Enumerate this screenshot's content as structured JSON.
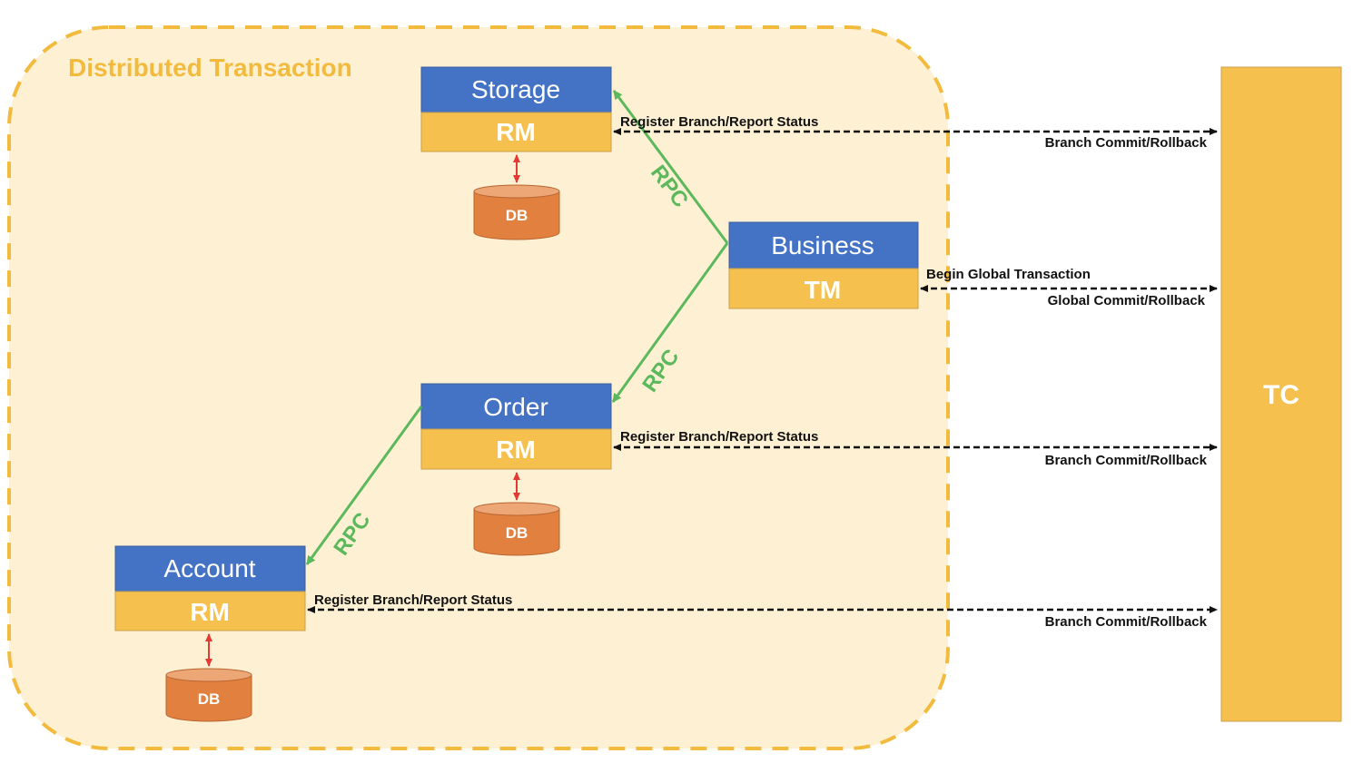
{
  "diagram": {
    "title": "Distributed Transaction",
    "colors": {
      "region_fill": "#FEF1D3",
      "region_border": "#F3BB3D",
      "title": "#F3BB3D",
      "header": "#4472C4",
      "role": "#F5C04E",
      "db_fill": "#E2803F",
      "db_top": "#EDA777",
      "rpc": "#5CB85C",
      "db_arrow": "#E53935",
      "link": "#111111"
    },
    "services": {
      "storage": {
        "name": "Storage",
        "role": "RM"
      },
      "business": {
        "name": "Business",
        "role": "TM"
      },
      "order": {
        "name": "Order",
        "role": "RM"
      },
      "account": {
        "name": "Account",
        "role": "RM"
      }
    },
    "db_label": "DB",
    "coordinator": {
      "label": "TC"
    },
    "rpc_label": "RPC",
    "links": {
      "storage": {
        "upper": "Register Branch/Report Status",
        "lower": "Branch Commit/Rollback"
      },
      "business": {
        "upper": "Begin Global Transaction",
        "lower": "Global Commit/Rollback"
      },
      "order": {
        "upper": "Register Branch/Report Status",
        "lower": "Branch Commit/Rollback"
      },
      "account": {
        "upper": "Register Branch/Report Status",
        "lower": "Branch Commit/Rollback"
      }
    }
  }
}
